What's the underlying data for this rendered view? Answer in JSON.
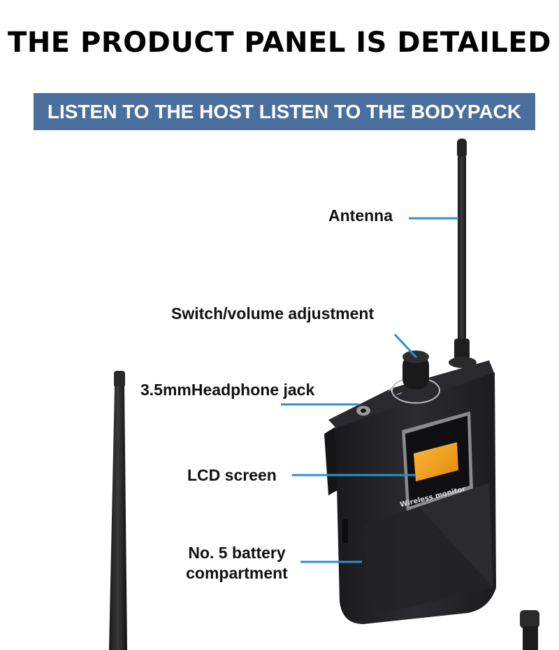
{
  "page": {
    "title": "THE PRODUCT PANEL IS DETAILED",
    "banner": "LISTEN TO THE HOST LISTEN TO THE BODYPACK"
  },
  "callouts": {
    "antenna": "Antenna",
    "switch_volume": "Switch/volume adjustment",
    "headphone_jack": "3.5mmHeadphone jack",
    "lcd_screen": "LCD screen",
    "battery_line1": "No. 5 battery",
    "battery_line2": "compartment"
  },
  "device": {
    "lcd_text": "Wireless monitor"
  },
  "colors": {
    "banner_bg": "#4a6f9d",
    "callout_line": "#2a8fd6",
    "lcd": "#f0a020"
  }
}
